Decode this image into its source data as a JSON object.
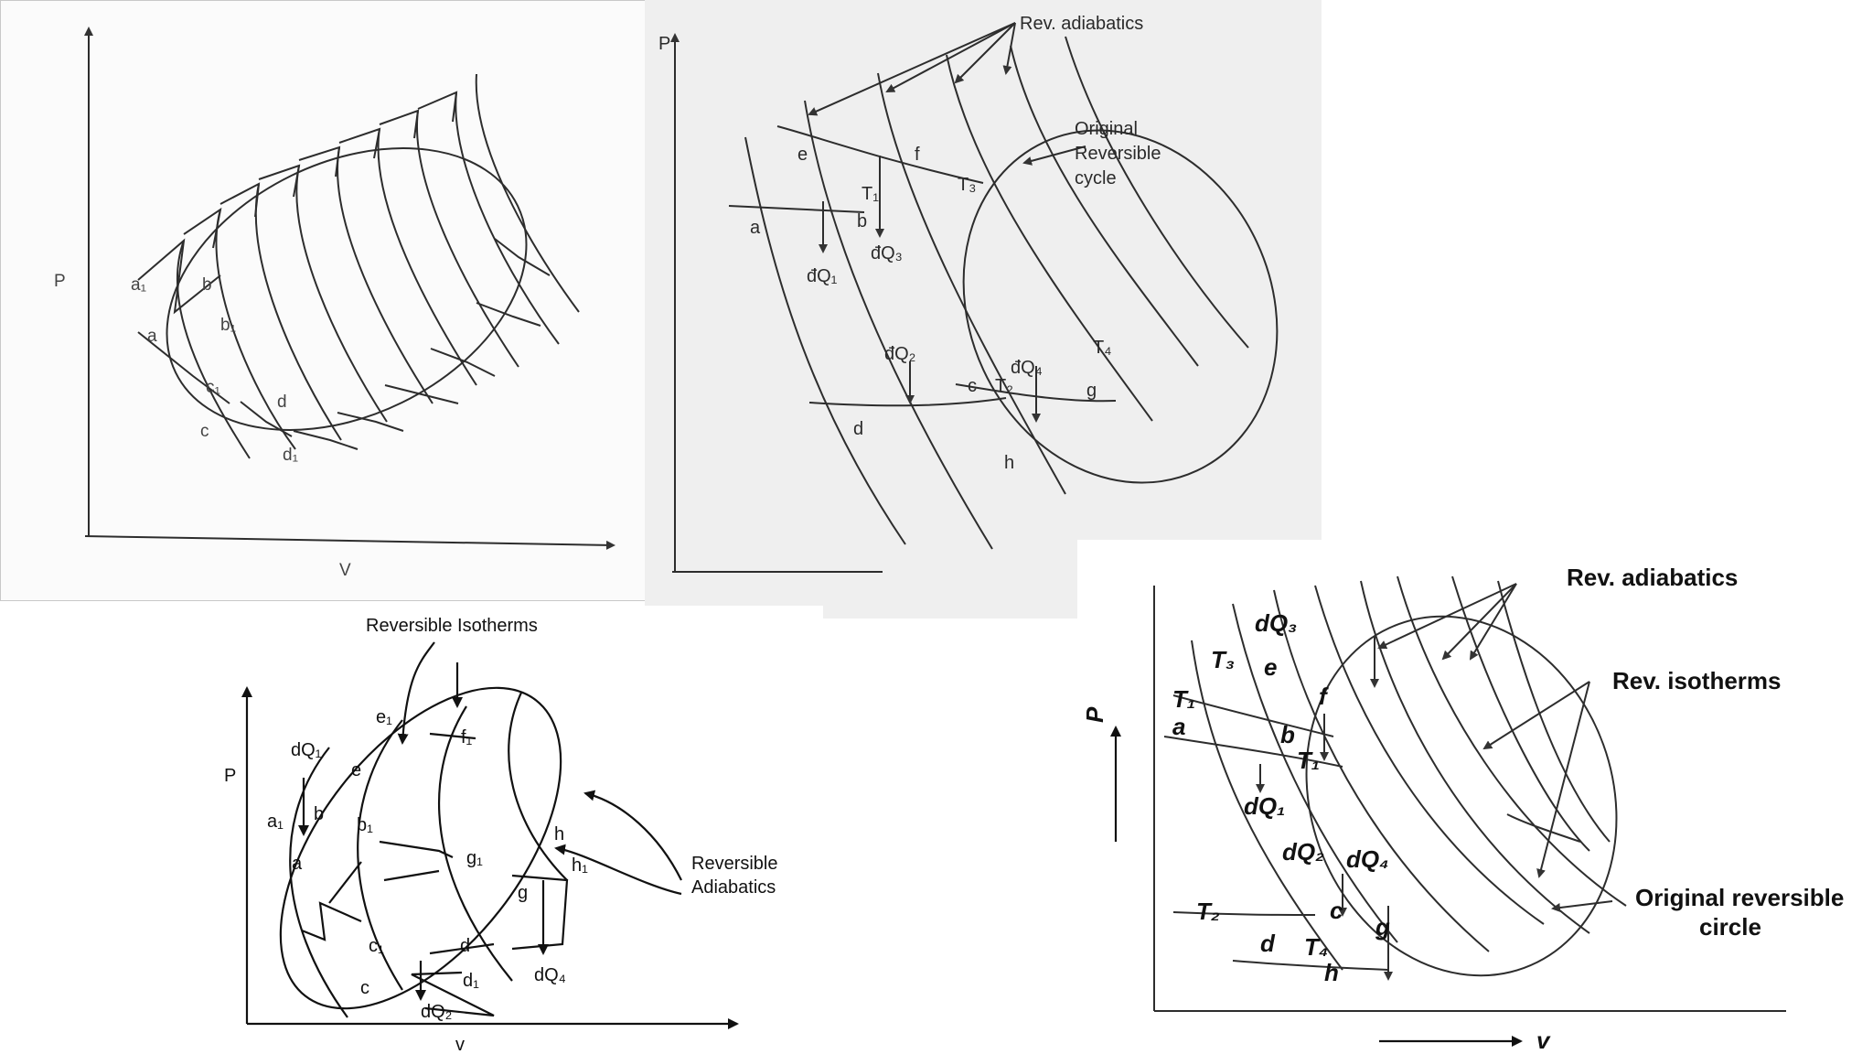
{
  "panel1": {
    "y_axis": "P",
    "x_axis": "V",
    "points": {
      "a1": "a₁",
      "b": "b",
      "b1": "b₁",
      "a": "a",
      "c1": "c₁",
      "d": "d",
      "c": "c",
      "d1": "d₁"
    }
  },
  "panel2": {
    "y_axis": "P",
    "callout_adiabatics": "Rev. adiabatics",
    "callout_cycle_1": "Original",
    "callout_cycle_2": "Reversible",
    "callout_cycle_3": "cycle",
    "points": {
      "e": "e",
      "f": "f",
      "a": "a",
      "b": "b",
      "c": "c",
      "d": "d",
      "g": "g",
      "h": "h"
    },
    "temps": {
      "T1": "T₁",
      "T2": "T₂",
      "T3": "T₃",
      "T4": "T₄"
    },
    "heats": {
      "dQ1": "đQ₁",
      "dQ2": "đQ₂",
      "dQ3": "đQ₃",
      "dQ4": "đQ₄"
    }
  },
  "panel3": {
    "y_axis": "P",
    "x_axis": "v",
    "callout_isotherms": "Reversible Isotherms",
    "callout_adiabatics_1": "Reversible",
    "callout_adiabatics_2": "Adiabatics",
    "points": {
      "e1": "e₁",
      "f1": "f₁",
      "e": "e",
      "a1": "a₁",
      "b": "b",
      "b1": "b₁",
      "a": "a",
      "h": "h",
      "g1": "g₁",
      "h1": "h₁",
      "g": "g",
      "c1": "c₁",
      "d": "d",
      "d1": "d₁",
      "c": "c"
    },
    "heats": {
      "dQ1": "dQ₁",
      "dQ2": "dQ₂",
      "dQ4": "dQ₄"
    }
  },
  "panel4": {
    "y_axis": "P",
    "x_axis": "v",
    "callout_adiabatics": "Rev. adiabatics",
    "callout_isotherms": "Rev. isotherms",
    "callout_circle_1": "Original reversible",
    "callout_circle_2": "circle",
    "points": {
      "e": "e",
      "f": "f",
      "a": "a",
      "b": "b",
      "c": "c",
      "d": "d",
      "g": "g",
      "h": "h"
    },
    "temps": {
      "T1": "T₁",
      "T1b": "T₁",
      "T2": "T₂",
      "T3": "T₃",
      "T4": "T₄"
    },
    "heats": {
      "dQ1": "dQ₁",
      "dQ2": "dQ₂",
      "dQ3": "dQ₃",
      "dQ4": "dQ₄"
    }
  }
}
